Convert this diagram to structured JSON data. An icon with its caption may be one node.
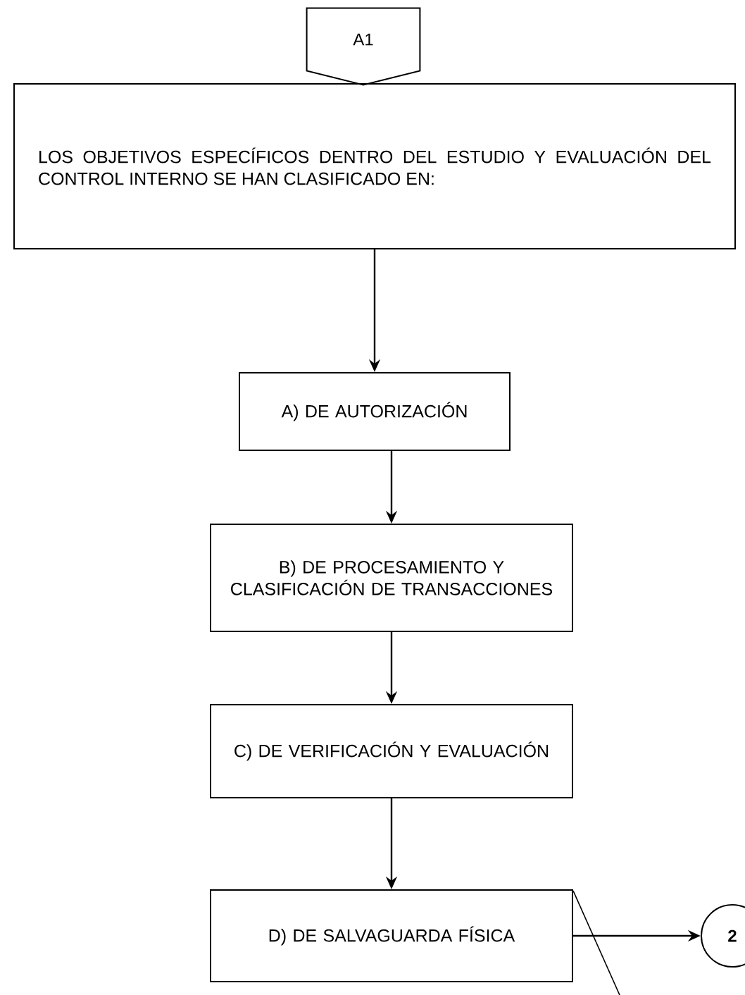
{
  "diagram": {
    "nodes": [
      {
        "text": [
          "A1"
        ]
      },
      {
        "text": [
          "LOS OBJETIVOS ESPECÍFICOS DENTRO DEL ESTUDIO Y EVALUACIÓN DEL CONTROL INTERNO SE HAN CLASIFICADO EN:"
        ]
      },
      {
        "text": [
          "A) DE AUTORIZACIÓN"
        ]
      },
      {
        "text": [
          "B) DE PROCESAMIENTO Y CLASIFICACIÓN DE TRANSACCIONES"
        ]
      },
      {
        "text": [
          "C) DE VERIFICACIÓN Y EVALUACIÓN"
        ]
      },
      {
        "text": [
          "D) DE SALVAGUARDA FÍSICA"
        ]
      },
      {
        "text": [
          "2"
        ]
      }
    ],
    "edges": [
      {
        "from": 1,
        "to": 2,
        "arrow": "to"
      },
      {
        "from": 2,
        "to": 3,
        "arrow": "to"
      },
      {
        "from": 3,
        "to": 4,
        "arrow": "to"
      },
      {
        "from": 4,
        "to": 5,
        "arrow": "to"
      },
      {
        "from": 5,
        "to": 6,
        "arrow": "to"
      }
    ]
  }
}
